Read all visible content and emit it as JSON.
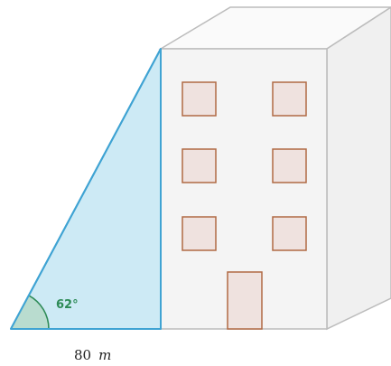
{
  "figure": {
    "angle_label": "62°",
    "base_length_value": "80",
    "base_length_unit": "m",
    "colors": {
      "triangle_fill": "#cdeaf5",
      "triangle_stroke": "#3fa3d3",
      "angle_arc_fill": "#b9dccf",
      "angle_arc_stroke": "#2e8b57",
      "angle_text": "#2e8b57",
      "building_front": "#f4f4f4",
      "building_top": "#fafafa",
      "building_side": "#f0f0f0",
      "building_outline": "#bcbcbc",
      "window_fill": "#efe2df",
      "window_stroke": "#b06a44"
    }
  }
}
